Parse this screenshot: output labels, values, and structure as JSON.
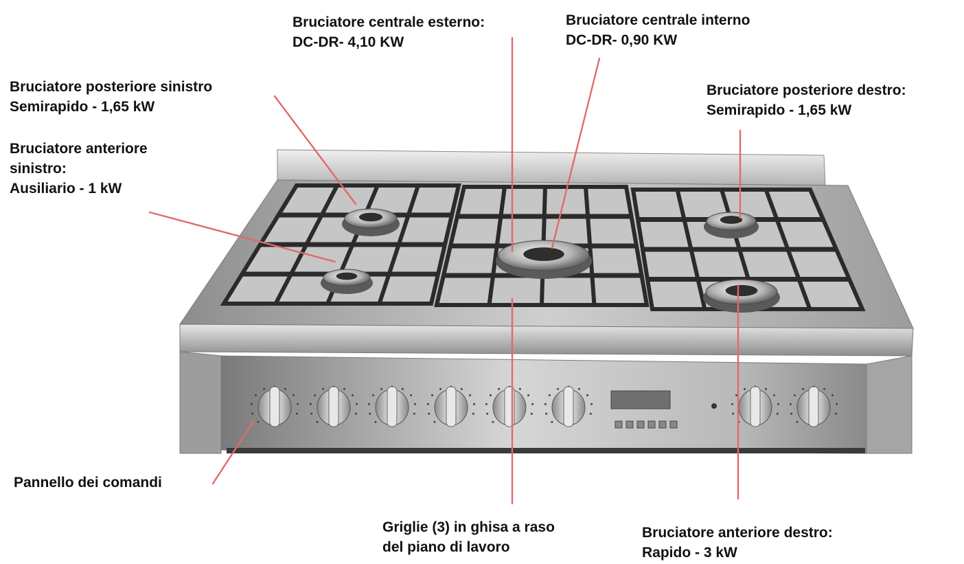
{
  "labels": {
    "rear_left": {
      "lines": [
        "Bruciatore posteriore sinistro",
        "Semirapido - 1,65 kW"
      ]
    },
    "front_left": {
      "lines": [
        "Bruciatore anteriore",
        "sinistro:",
        "Ausiliario - 1 kW"
      ]
    },
    "center_outer": {
      "lines": [
        "Bruciatore centrale esterno:",
        "DC-DR- 4,10 KW"
      ]
    },
    "center_inner": {
      "lines": [
        "Bruciatore centrale interno",
        "DC-DR- 0,90 KW"
      ]
    },
    "rear_right": {
      "lines": [
        "Bruciatore posteriore destro:",
        "Semirapido - 1,65 kW"
      ]
    },
    "control_panel": {
      "lines": [
        "Pannello dei comandi"
      ]
    },
    "grates": {
      "lines": [
        "Griglie (3) in ghisa a raso",
        "del piano di lavoro"
      ]
    },
    "front_right": {
      "lines": [
        "Bruciatore anteriore destro:",
        "Rapido - 3 kW"
      ]
    }
  },
  "colors": {
    "leader_line": "#e06a6a",
    "text": "#111111",
    "steel_light": "#d9d9d9",
    "steel_mid": "#a8a8a8",
    "steel_dark": "#6e6e6e",
    "cast_iron": "#2b2b2b"
  }
}
